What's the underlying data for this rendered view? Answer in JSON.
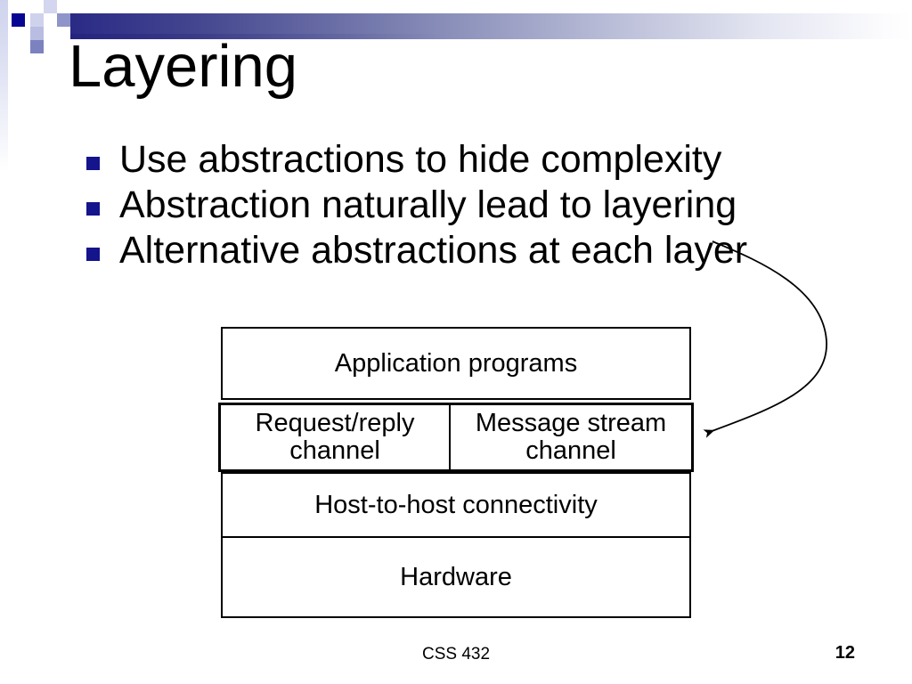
{
  "slide": {
    "title": "Layering",
    "bullets": [
      "Use abstractions to hide complexity",
      "Abstraction naturally lead to layering",
      "Alternative abstractions at each layer"
    ],
    "footer": {
      "course": "CSS 432",
      "page": "12"
    }
  },
  "diagram": {
    "row_application": "Application programs",
    "row_channels": {
      "left": {
        "line1": "Request/reply",
        "line2": "channel"
      },
      "right": {
        "line1": "Message stream",
        "line2": "channel"
      }
    },
    "row_host": "Host-to-host connectivity",
    "row_hardware": "Hardware"
  },
  "icons": {
    "bullet_marker": "navy-square",
    "arrow": "curved-arrow-pointing-to-channel-row"
  },
  "colors": {
    "accent_navy": "#060693",
    "bullet_square": "#14148c",
    "bar_gradient_start": "#2a2a86",
    "bar_gradient_end": "#ffffff",
    "diagram_border": "#000000",
    "text": "#000000"
  }
}
